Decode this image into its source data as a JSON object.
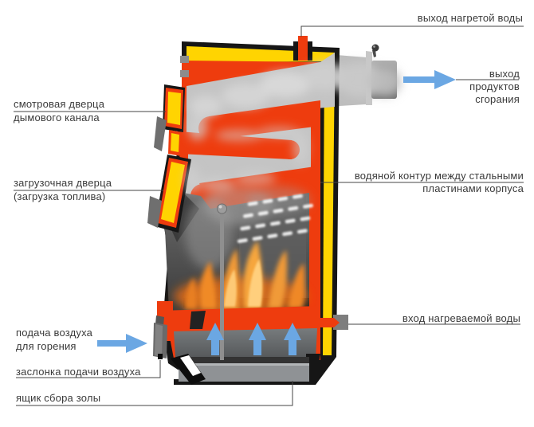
{
  "labels": {
    "hot_water_out": "выход нагретой воды",
    "flue_out": {
      "line1": "выход",
      "line2": "продуктов",
      "line3": "сгорания"
    },
    "inspection_door": {
      "line1": "смотровая дверца",
      "line2": "дымового канала"
    },
    "loading_door": {
      "line1": "загрузочная дверца",
      "line2": "(загрузка топлива)"
    },
    "water_circuit": {
      "line1": "водяной контур между стальными",
      "line2": "пластинами корпуса"
    },
    "water_in": "вход нагреваемой воды",
    "air_supply": {
      "line1": "подача воздуха",
      "line2": "для горения"
    },
    "air_damper": "заслонка подачи воздуха",
    "ash_box": "ящик сбора золы"
  },
  "colors": {
    "jacket_red": "#ee3c0e",
    "insulation_yellow": "#ffd401",
    "casing_black": "#161616",
    "smoke_gray": "#c6c6c6",
    "chimney_gray": "#9b9b9b",
    "arrow_blue": "#6ba7e3",
    "flame_orange": "#f09a38",
    "flame_bright": "#ffcf7d",
    "ash_gray": "#8f9295",
    "chamber_dark": "#484848",
    "text": "#3a3a3a",
    "leader": "#454545",
    "background": "#ffffff"
  }
}
